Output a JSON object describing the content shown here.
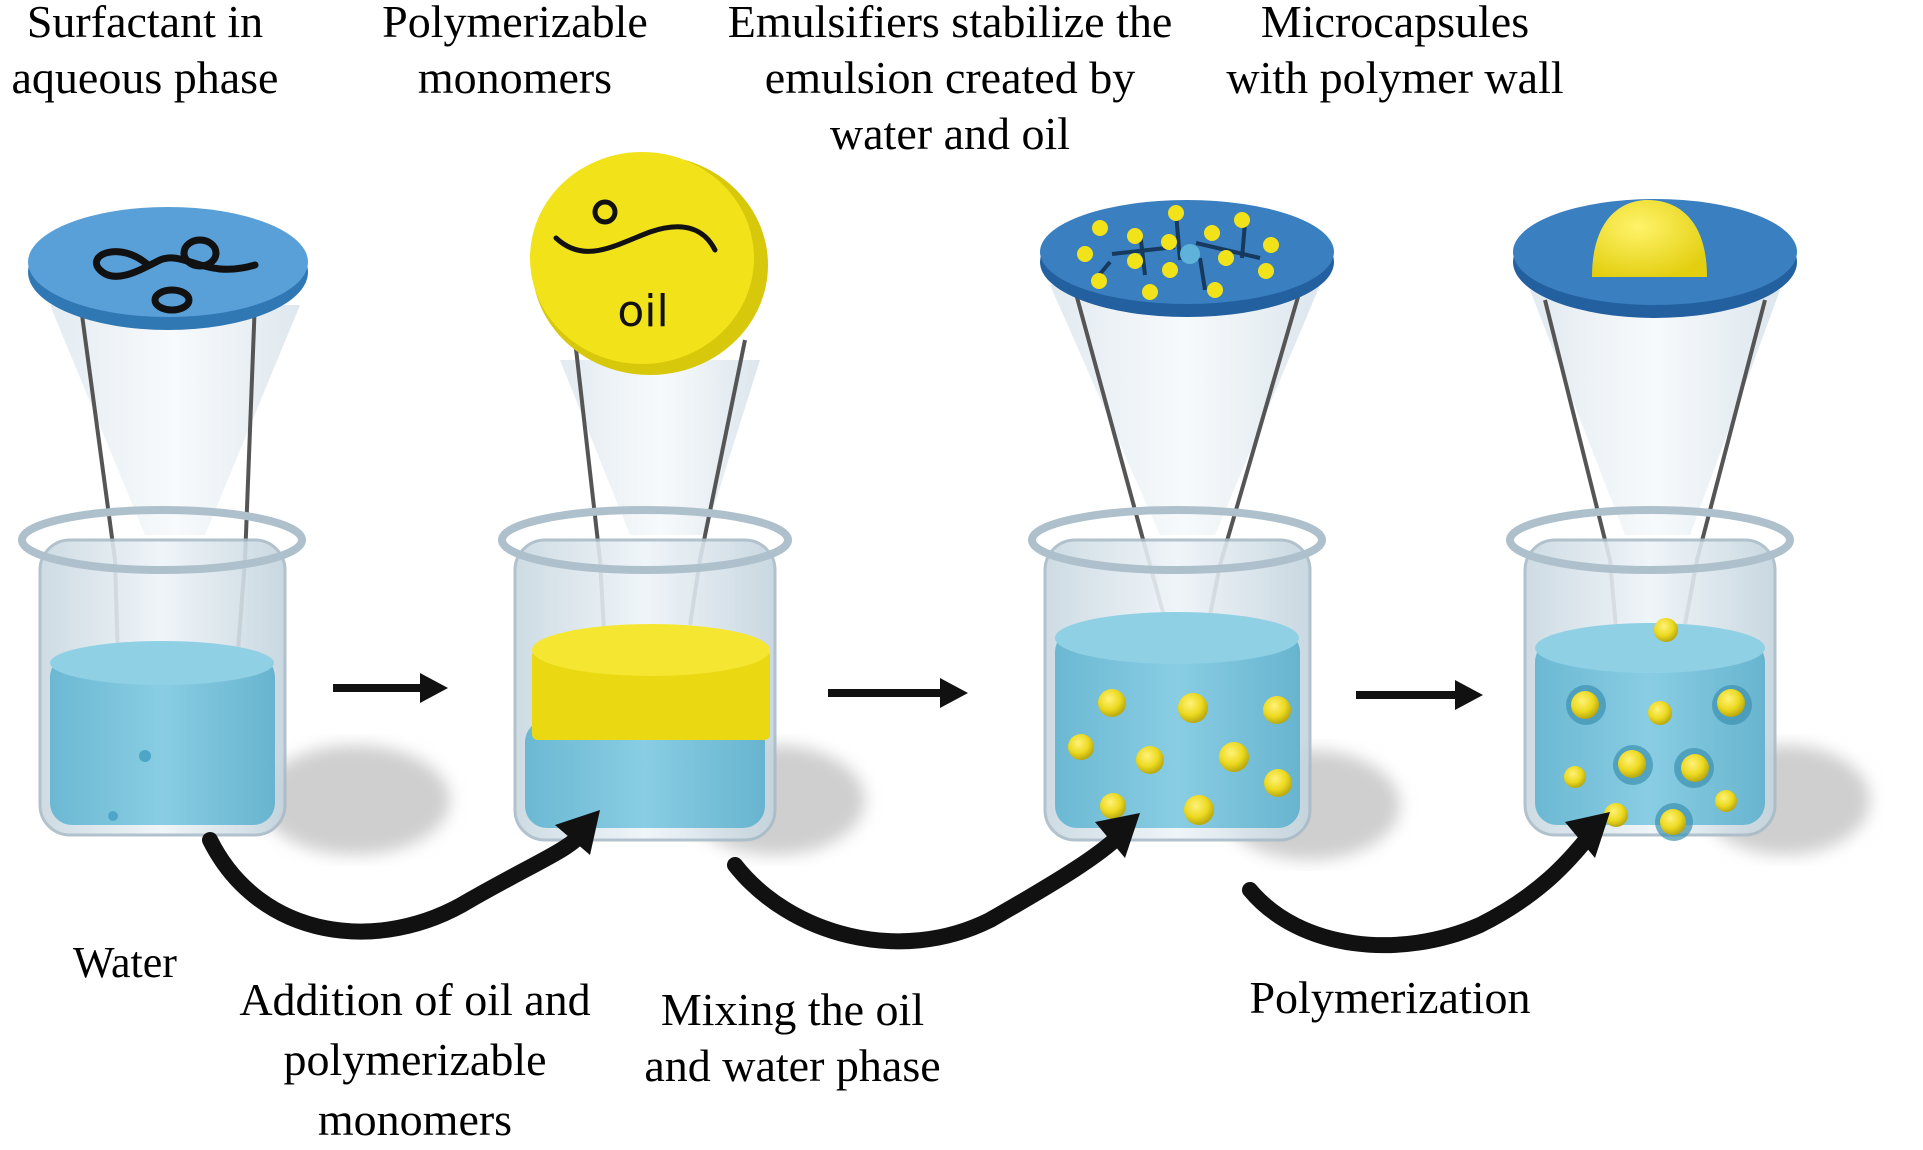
{
  "title": "Microencapsulation by in-situ polymerization",
  "stages": [
    {
      "id": "surfactant",
      "caption": "Surfactant in\naqueous phase",
      "lid_color": "#4a90c8",
      "lid_symbol": "surfactant-molecule-icon"
    },
    {
      "id": "monomers",
      "caption": "Polymerizable\nmonomers",
      "lid_color": "#f2e21a",
      "lid_symbol": "oil-monomer-icon",
      "lid_text": "oil"
    },
    {
      "id": "emulsion",
      "caption": "Emulsifiers stabilize the\nemulsion created by\nwater and oil",
      "lid_color": "#2f6fb5",
      "lid_symbol": "emulsifier-droplets-icon"
    },
    {
      "id": "microcapsules",
      "caption": "Microcapsules\nwith polymer wall",
      "lid_color": "#2f6fb5",
      "lid_symbol": "microcapsule-dome-icon"
    }
  ],
  "steps": [
    {
      "label": "Water"
    },
    {
      "label": "Addition of oil and\npolymerizable\nmonomers"
    },
    {
      "label": "Mixing the oil\nand water phase"
    },
    {
      "label": "Polymerization"
    }
  ],
  "colors": {
    "water": "#7cc3dc",
    "water_dark": "#5aaecb",
    "oil": "#f0e01c",
    "glass": "#dfe9ef",
    "lid_blue": "#3a7fc0",
    "arrow": "#111111"
  }
}
